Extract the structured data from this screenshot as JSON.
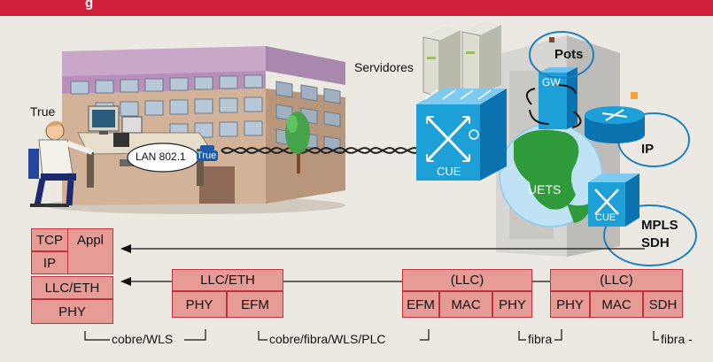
{
  "header": {
    "title": "g"
  },
  "labels": {
    "user": "True",
    "lan": "LAN 802.1",
    "true_tag": "True",
    "servers": "Servidores",
    "pots": "Pots",
    "gw": "GW",
    "ip": "IP",
    "cue": "CUE",
    "uets": "UETS",
    "cue2": "CUE",
    "mpls": "MPLS",
    "sdh": "SDH"
  },
  "stack": {
    "tcp": "TCP",
    "appl": "Appl",
    "ip": "IP",
    "llc_eth": "LLC/ETH",
    "phy": "PHY"
  },
  "groups": [
    {
      "top": "LLC/ETH",
      "cells": [
        "PHY",
        "EFM"
      ]
    },
    {
      "top": "(LLC)",
      "cells": [
        "EFM",
        "MAC",
        "PHY"
      ]
    },
    {
      "top": "(LLC)",
      "cells": [
        "PHY",
        "MAC",
        "SDH"
      ]
    }
  ],
  "media": {
    "m1": "cobre/WLS",
    "m2": "cobre/fibra/WLS/PLC",
    "m3": "fibra",
    "m4": "fibra -"
  },
  "colors": {
    "header": "#cf1f3a",
    "box_fill": "#e79b95",
    "box_border": "#c0313f",
    "switch_blue": "#1d9fd8",
    "globe_green": "#2f9a3a"
  }
}
